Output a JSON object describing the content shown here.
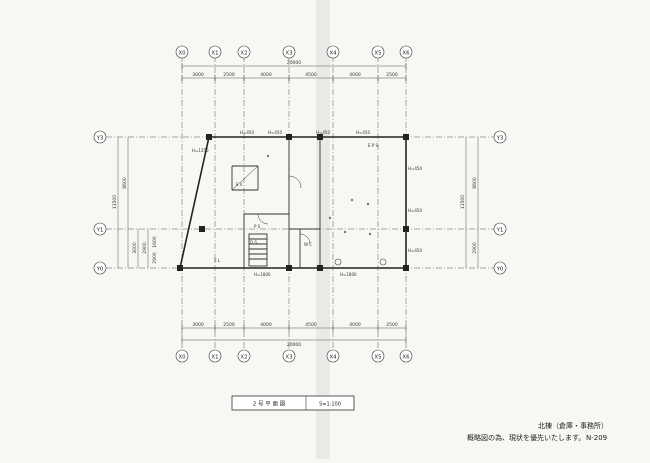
{
  "grid": {
    "x_top": [
      "X0",
      "X1",
      "X2",
      "X3",
      "X4",
      "X5",
      "X6"
    ],
    "x_bottom": [
      "X0",
      "X1",
      "X2",
      "X3",
      "X4",
      "X5",
      "X6"
    ],
    "y_left": [
      "Y3",
      "Y1",
      "Y0"
    ],
    "y_right": [
      "Y3",
      "Y1",
      "Y0"
    ]
  },
  "dims": {
    "top_overall": "20000",
    "top_spans": [
      "3000",
      "2500",
      "4000",
      "4500",
      "4000",
      "2500"
    ],
    "bottom_overall": "20000",
    "bottom_spans": [
      "3000",
      "2500",
      "4000",
      "4500",
      "4000",
      "2500"
    ],
    "left_overall": "11500",
    "left_spans": [
      "8600",
      "3000",
      "2900"
    ],
    "right_overall": "11500",
    "right_spans": [
      "8600",
      "2900"
    ],
    "left_small": [
      "1600",
      "2900"
    ]
  },
  "heights": {
    "h1": "H=450",
    "h2": "H=450",
    "h3": "H=450",
    "h4": "H=450",
    "h5": "H=1350",
    "h6": "H=450",
    "h7": "H=450",
    "h8": "H=1800",
    "h9": "H=1800",
    "h10": "H=450"
  },
  "labels": {
    "ev": "E V",
    "ps": "P S",
    "ds": "D S",
    "wc": "W C",
    "ep": "E P S",
    "sl": "S L"
  },
  "title_box": {
    "main": "2 号 平 面 図",
    "scale": "S=1:100"
  },
  "footer": {
    "building": "北棟（倉庫・事務所）",
    "note": "概略図の為、現状を優先いたします。",
    "page": "N-209"
  }
}
